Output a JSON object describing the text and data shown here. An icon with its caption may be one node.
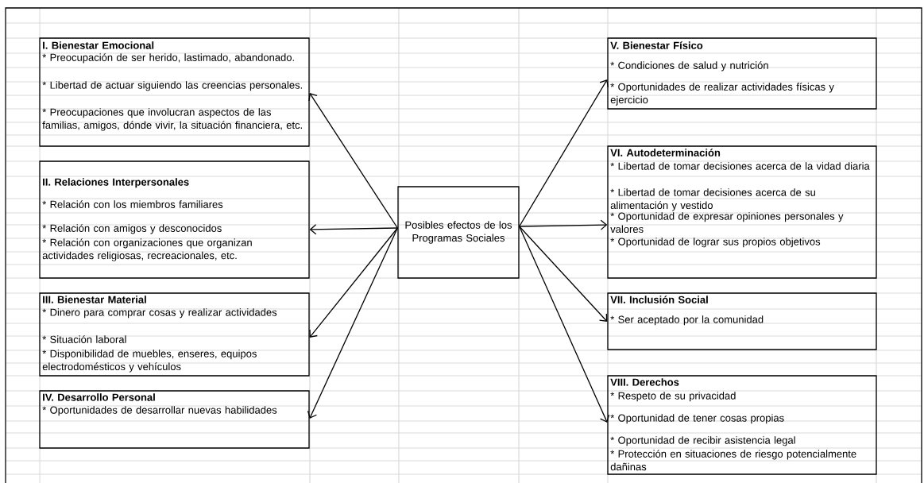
{
  "diagram": {
    "nodes": [
      {
        "text": [
          "I. Bienestar Emocional",
          "* Preocupación de ser herido, lastimado, abandonado.",
          "* Libertad de actuar siguiendo las creencias personales.",
          "* Preocupaciones que involucran aspectos de las familias, amigos, dónde vivir, la situación financiera, etc."
        ]
      },
      {
        "text": [
          "II. Relaciones Interpersonales",
          "* Relación con los miembros familiares",
          "* Relación con amigos y desconocidos",
          "* Relación con organizaciones que organizan actividades religiosas, recreacionales, etc."
        ]
      },
      {
        "text": [
          "III. Bienestar Material",
          "* Dinero para comprar cosas y realizar actividades",
          "* Situación laboral",
          "* Disponibilidad de muebles, enseres, equipos electrodomésticos y vehículos"
        ]
      },
      {
        "text": [
          "IV. Desarrollo Personal",
          "* Oportunidades de desarrollar nuevas habilidades"
        ]
      },
      {
        "text": [
          "Posibles efectos de los Programas Sociales"
        ]
      },
      {
        "text": [
          "V. Bienestar Físico",
          "* Condiciones de salud y nutrición",
          "* Oportunidades de realizar actividades físicas y ejercicio"
        ]
      },
      {
        "text": [
          "VI. Autodeterminación",
          "* Libertad de tomar decisiones acerca de la vidad diaria",
          "* Libertad de tomar decisiones acerca de su alimentación y vestido",
          "* Oportunidad de expresar opiniones personales y valores",
          "* Oportunidad de lograr sus propios objetivos"
        ]
      },
      {
        "text": [
          "VII. Inclusión Social",
          "*  Ser aceptado por la comunidad"
        ]
      },
      {
        "text": [
          "VIII. Derechos",
          "* Respeto de su privacidad",
          "* Oportunidad de tener cosas propias",
          "* Oportunidad de recibir asistencia legal",
          "* Protección en situaciones de riesgo potencialmente dañinas"
        ]
      }
    ],
    "edges": [
      {
        "from": 4,
        "to": 0,
        "arrow": "to"
      },
      {
        "from": 4,
        "to": 1,
        "arrow": "to"
      },
      {
        "from": 4,
        "to": 2,
        "arrow": "to"
      },
      {
        "from": 4,
        "to": 3,
        "arrow": "to"
      },
      {
        "from": 4,
        "to": 5,
        "arrow": "to"
      },
      {
        "from": 4,
        "to": 6,
        "arrow": "to"
      },
      {
        "from": 4,
        "to": 7,
        "arrow": "to"
      },
      {
        "from": 4,
        "to": 8,
        "arrow": "to"
      }
    ]
  }
}
